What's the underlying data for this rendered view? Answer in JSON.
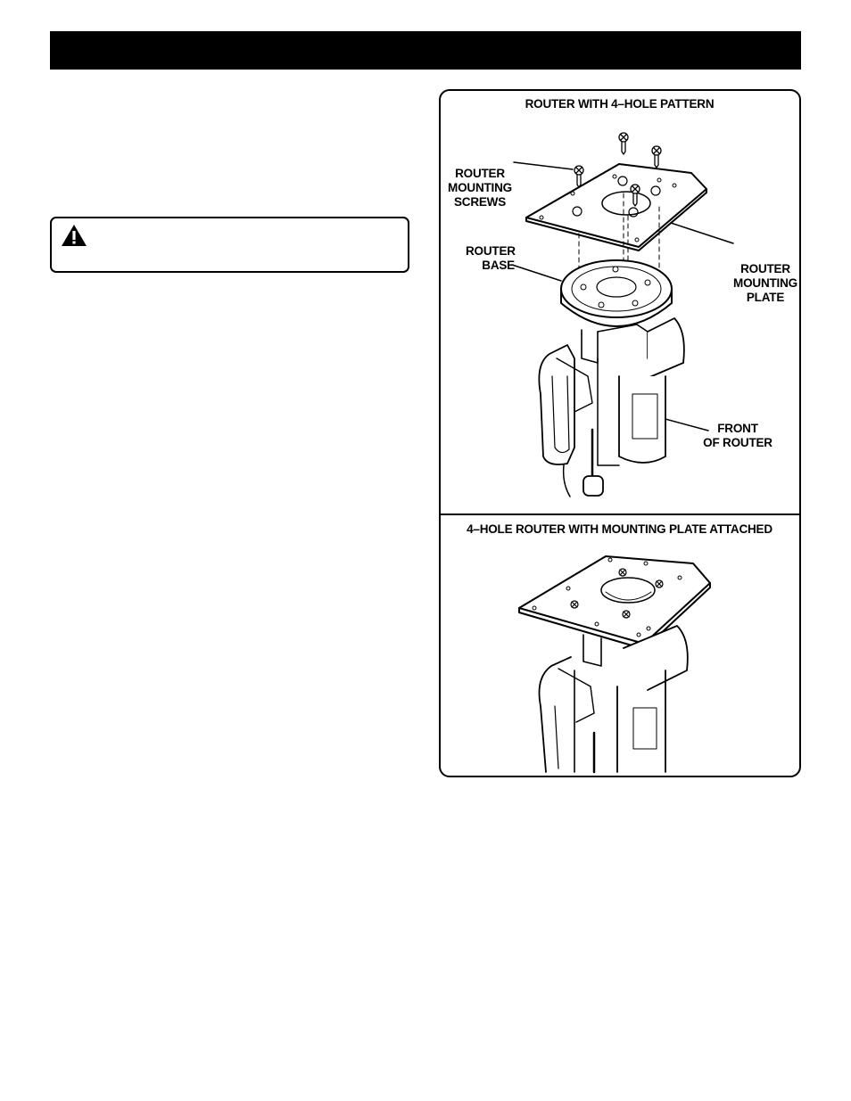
{
  "figure": {
    "top_panel": {
      "title": "ROUTER WITH 4–HOLE PATTERN",
      "labels": {
        "mounting_screws": [
          "ROUTER",
          "MOUNTING",
          "SCREWS"
        ],
        "router_base": [
          "ROUTER",
          "BASE"
        ],
        "mounting_plate": [
          "ROUTER",
          "MOUNTING",
          "PLATE"
        ],
        "front_of_router": [
          "FRONT",
          "OF ROUTER"
        ]
      }
    },
    "bottom_panel": {
      "title": "4–HOLE ROUTER WITH MOUNTING PLATE ATTACHED"
    }
  }
}
